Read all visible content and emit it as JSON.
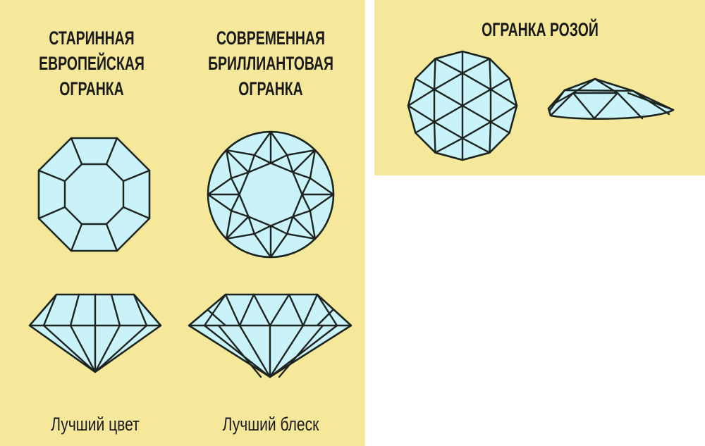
{
  "left_panel": {
    "columns": [
      {
        "title": "СТАРИННАЯ\nЕВРОПЕЙСКАЯ\nОГРАНКА",
        "caption": "Лучший цвет"
      },
      {
        "title": "СОВРЕМЕННАЯ\nБРИЛЛИАНТОВАЯ\nОГРАНКА",
        "caption": "Лучший блеск"
      }
    ]
  },
  "right_panel": {
    "title": "ОГРАНКА РОЗОЙ"
  },
  "colors": {
    "background": "#f5e89a",
    "gem": "#c9f2f9",
    "outline": "#1c2420"
  }
}
